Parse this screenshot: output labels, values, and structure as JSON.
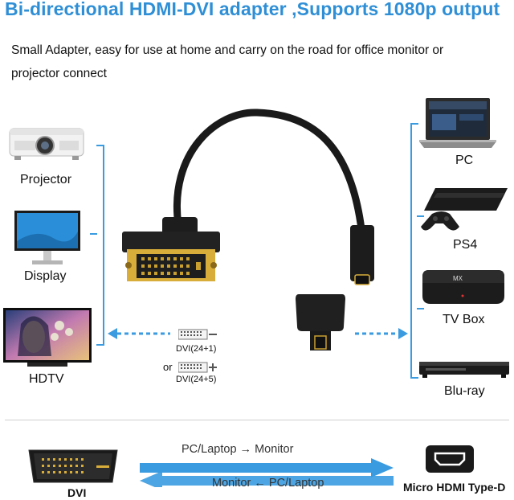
{
  "header": {
    "title": "Bi-directional HDMI-DVI adapter ,Supports 1080p output",
    "description_line1": "Small Adapter, easy for use at home and carry on the road for office monitor or",
    "description_line2": "projector connect"
  },
  "left_devices": [
    {
      "label": "Projector"
    },
    {
      "label": "Display"
    },
    {
      "label": "HDTV"
    }
  ],
  "right_devices": [
    {
      "label": "PC"
    },
    {
      "label": "PS4"
    },
    {
      "label": "TV Box"
    },
    {
      "label": "Blu-ray"
    }
  ],
  "dvi_options": {
    "option1": "DVI(24+1)",
    "or": "or",
    "option2": "DVI(24+5)"
  },
  "tvbox_brand": "MX",
  "bottom": {
    "top_arrow": "PC/Laptop → Monitor",
    "bottom_arrow": "Monitor ← PC/Laptop",
    "left_port": "DVI",
    "right_port": "Micro HDMI Type-D"
  },
  "colors": {
    "accent": "#2f8fd6",
    "arrow": "#3a9be0"
  }
}
